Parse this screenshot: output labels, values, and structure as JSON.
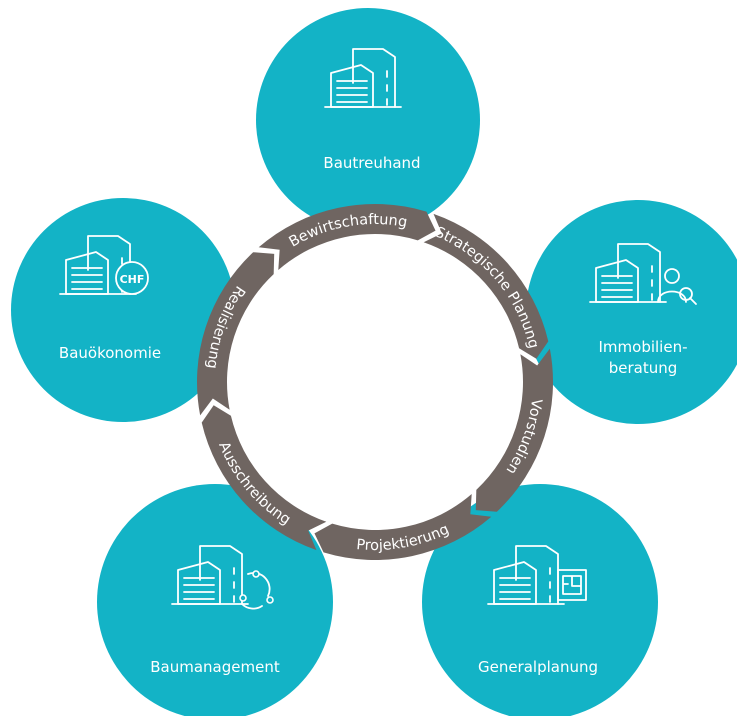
{
  "colors": {
    "teal": "#13b3c6",
    "ring": "#6f6561",
    "icon": "#ffffff",
    "background": "#ffffff"
  },
  "services": [
    {
      "id": "bautreuhand",
      "lines": [
        "Bautreuhand"
      ],
      "icon": "building-icon"
    },
    {
      "id": "immobilienberatung",
      "lines": [
        "Immobilien-",
        "beratung"
      ],
      "icon": "building-consultant-icon"
    },
    {
      "id": "generalplanung",
      "lines": [
        "Generalplanung"
      ],
      "icon": "building-blueprint-icon"
    },
    {
      "id": "baumanagement",
      "lines": [
        "Baumanagement"
      ],
      "icon": "building-cycle-icon"
    },
    {
      "id": "bauoekonomie",
      "lines": [
        "Bauökonomie"
      ],
      "icon": "building-chf-icon",
      "badge": "CHF"
    }
  ],
  "phases": [
    {
      "id": "strategische-planung",
      "label": "Strategische Planung"
    },
    {
      "id": "vorstudien",
      "label": "Vorstudien"
    },
    {
      "id": "projektierung",
      "label": "Projektierung"
    },
    {
      "id": "ausschreibung",
      "label": "Ausschreibung"
    },
    {
      "id": "realisierung",
      "label": "Realisierung"
    },
    {
      "id": "bewirtschaftung",
      "label": "Bewirtschaftung"
    }
  ]
}
